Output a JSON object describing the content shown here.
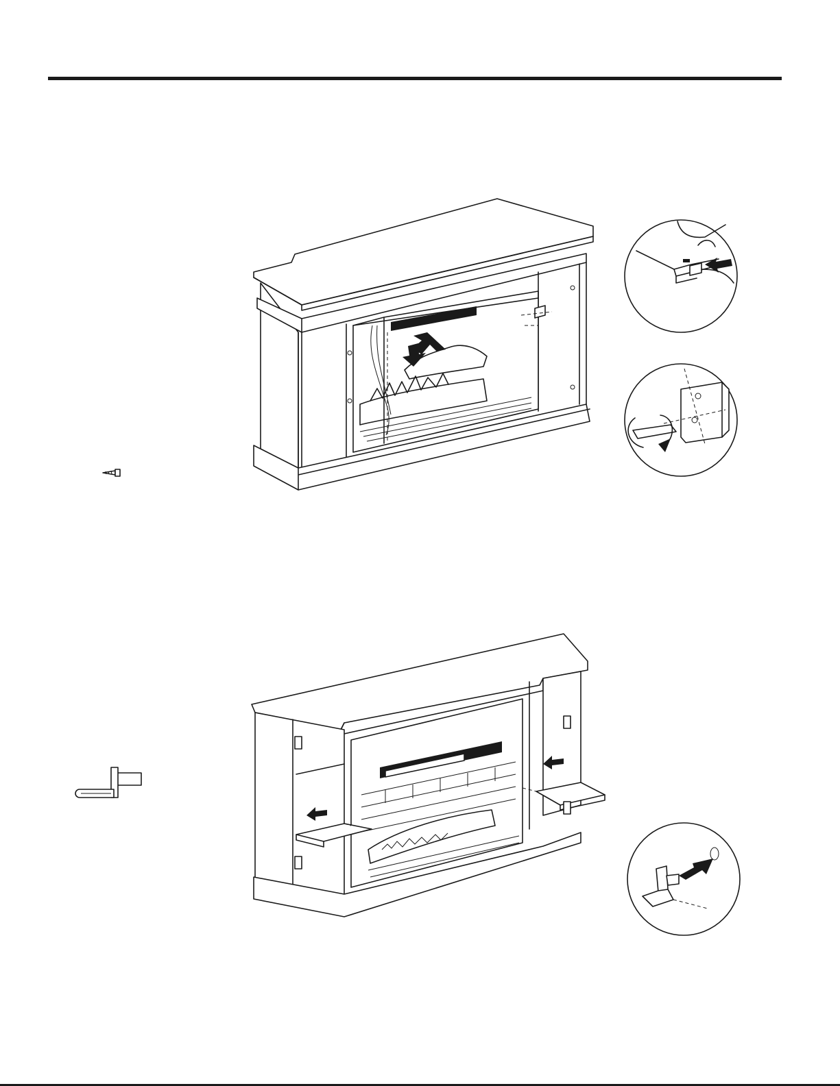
{
  "page": {
    "header_rule": true,
    "footer_rule": true
  },
  "steps": [
    {
      "figure": "mantel-with-firebox-insert",
      "callouts": [
        "plug-connection-detail",
        "screw-fastening-detail"
      ],
      "hardware_icon": "screw-icon"
    },
    {
      "figure": "mantel-with-shelves",
      "callouts": [
        "shelf-pin-detail"
      ],
      "hardware_icon": "shelf-pin-icon"
    }
  ],
  "colors": {
    "ink": "#1a1a1a",
    "paper": "#ffffff"
  }
}
